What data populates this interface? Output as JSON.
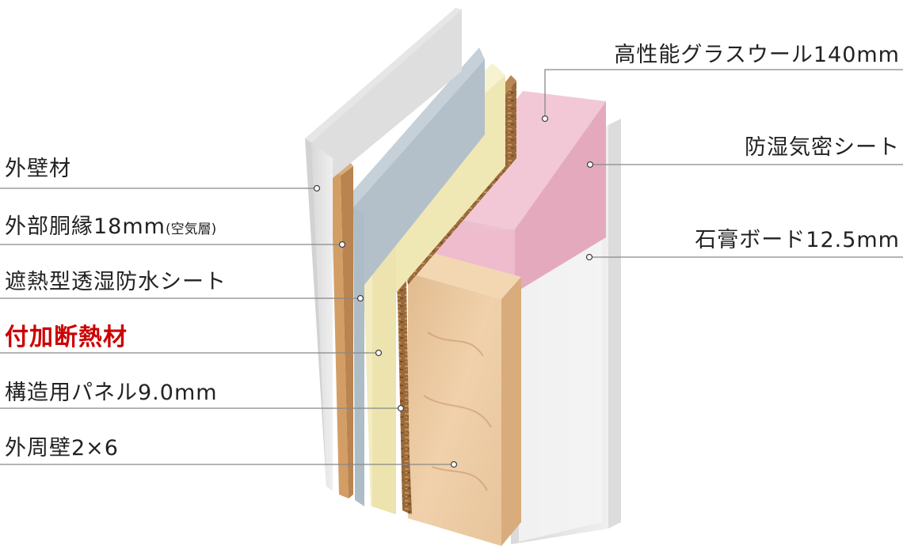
{
  "diagram": {
    "labels_left": [
      {
        "id": "exterior-wall",
        "text": "外壁材",
        "note": ""
      },
      {
        "id": "furring",
        "text": "外部胴縁18mm",
        "note": "(空気層)"
      },
      {
        "id": "waterproof-sheet",
        "text": "遮熱型透湿防水シート",
        "note": ""
      },
      {
        "id": "added-insulation",
        "text": "付加断熱材",
        "note": ""
      },
      {
        "id": "structural-panel",
        "text": "構造用パネル9.0mm",
        "note": ""
      },
      {
        "id": "outer-wall-frame",
        "text": "外周壁2×6",
        "note": ""
      }
    ],
    "labels_right": [
      {
        "id": "glass-wool",
        "text": "高性能グラスウール140mm"
      },
      {
        "id": "vapor-barrier",
        "text": "防湿気密シート"
      },
      {
        "id": "gypsum-board",
        "text": "石膏ボード12.5mm"
      }
    ],
    "highlight_color": "#cc0000",
    "text_color": "#222222",
    "line_color": "#888888"
  }
}
